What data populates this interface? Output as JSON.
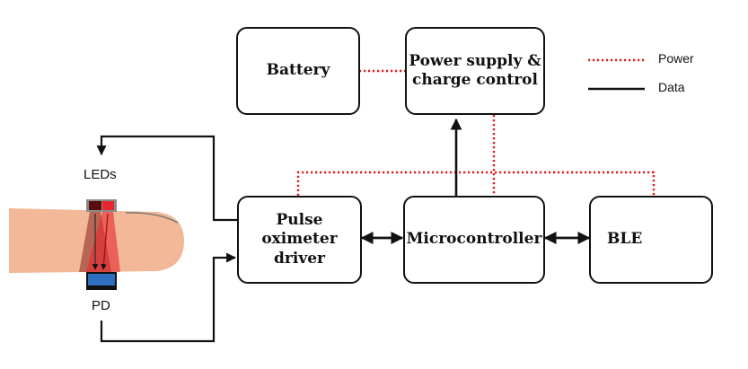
{
  "blocks": {
    "battery": "Battery",
    "power_supply": "Power supply &\ncharge control",
    "pulse_driver": "Pulse oximeter\ndriver",
    "microcontroller": "Microcontroller",
    "ble": "BLE"
  },
  "sensor_labels": {
    "leds": "LEDs",
    "pd": "PD"
  },
  "legend": {
    "power": "Power",
    "data": "Data"
  },
  "colors": {
    "power_line": "#e01b1b",
    "data_line": "#111111",
    "finger": "#f2b898",
    "led_red": "#e8262c",
    "pd_blue": "#2f6fc0"
  }
}
